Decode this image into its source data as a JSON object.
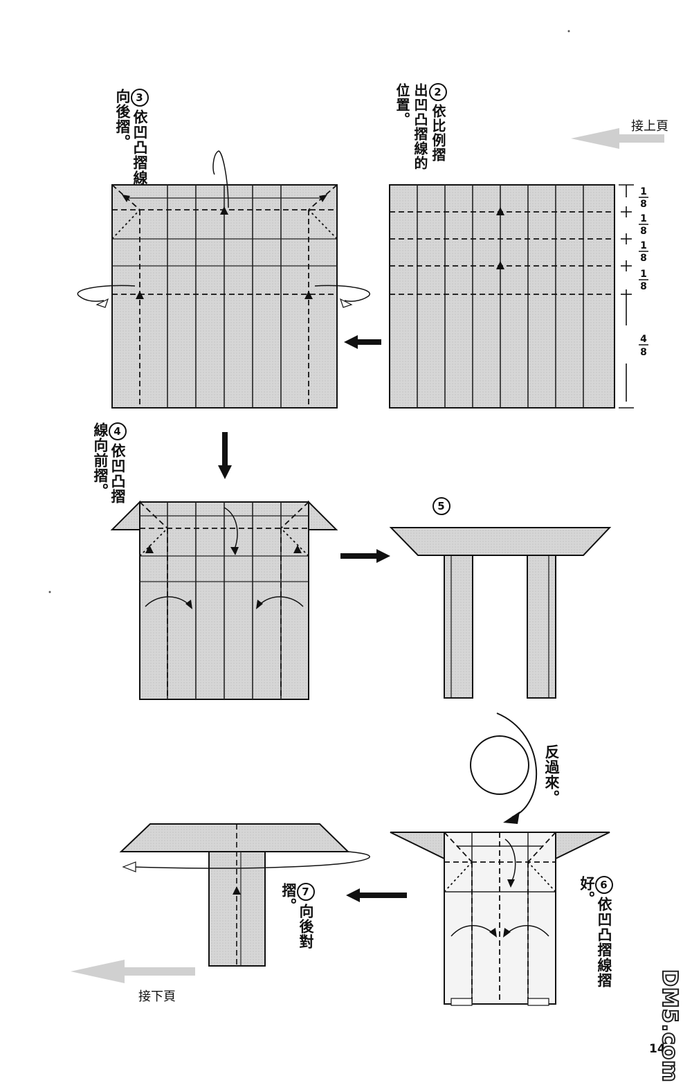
{
  "header": {
    "continue_prev": "接上頁",
    "continue_next": "接下頁"
  },
  "steps": [
    {
      "num": "2",
      "text": "依比例摺出凹凸摺線的位置。"
    },
    {
      "num": "3",
      "text": "依凹凸摺線向後摺。"
    },
    {
      "num": "4",
      "text": "依凹凸摺線向前摺。"
    },
    {
      "num": "5",
      "text": ""
    },
    {
      "num": "6",
      "text": "依凹凸摺線摺好。"
    },
    {
      "num": "7",
      "text": "向後對摺。"
    }
  ],
  "flip_label": "反過來。",
  "fractions": [
    {
      "num": "1",
      "den": "8"
    },
    {
      "num": "1",
      "den": "8"
    },
    {
      "num": "1",
      "den": "8"
    },
    {
      "num": "1",
      "den": "8"
    },
    {
      "num": "4",
      "den": "8"
    }
  ],
  "page_number": "14",
  "watermark": "DM5.com",
  "colors": {
    "paper": "#d9d9d9",
    "line": "#1a1a1a",
    "grey_arrow": "#c8c8c8"
  }
}
